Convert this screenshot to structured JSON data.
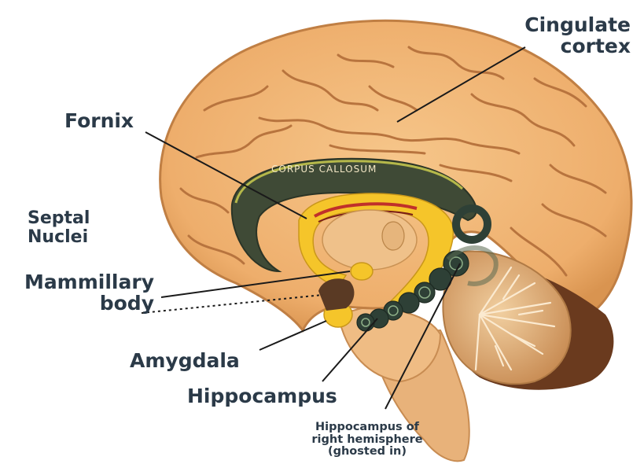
{
  "labels": {
    "cingulate_line1": "Cingulate",
    "cingulate_line2": "cortex",
    "fornix": "Fornix",
    "corpus_callosum": "CORPUS CALLOSUM",
    "septal_line1": "Septal",
    "septal_line2": "Nuclei",
    "mammillary_line1": "Mammillary",
    "mammillary_line2": "body",
    "amygdala": "Amygdala",
    "hippocampus": "Hippocampus",
    "hippo_right_line1": "Hippocampus of",
    "hippo_right_line2": "right hemisphere",
    "hippo_right_line3": "(ghosted in)"
  },
  "colors": {
    "cortex": "#f2b878",
    "cortex_shade": "#d9955a",
    "gyri_line": "#b8743e",
    "corpus_callosum": "#3f4a36",
    "fornix": "#f5c52a",
    "limbic_dark": "#2e4036",
    "cerebellum": "#d9a46a",
    "cerebellum_dark": "#6a3a1e",
    "label_text": "#2b3a48"
  }
}
